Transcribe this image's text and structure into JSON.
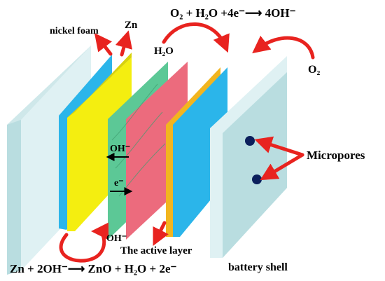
{
  "labels": {
    "nickel_foam": "nickel foam",
    "zn": "Zn",
    "h2o_top": "H₂O",
    "cathode_eq": "O₂ + H₂O +4e⁻⟶ 4OH⁻",
    "o2": "O₂",
    "micropores": "Micropores",
    "oh_minus_mid": "OH⁻",
    "e_minus": "e⁻",
    "oh_minus_bottom": "OH⁻",
    "active_layer": "The active layer",
    "anode_eq": "Zn + 2OH⁻⟶ ZnO + H₂O + 2e⁻",
    "battery_shell": "battery shell"
  },
  "colors": {
    "shell_front": "#b9dde0",
    "shell_side": "#cfe8ea",
    "shell_top": "#e2f3f4",
    "light_blue_layer": "#2bb5ea",
    "yellow_layer": "#f4ee10",
    "green_layer": "#5cc896",
    "pink_layer": "#ec6b7d",
    "orange_layer": "#f2b51f",
    "arrow_red": "#e8231f",
    "pore_dot": "#0b1f5c"
  },
  "icons": {
    "micropore": "navy-dot",
    "flow_arrow": "red-curved-arrow"
  }
}
